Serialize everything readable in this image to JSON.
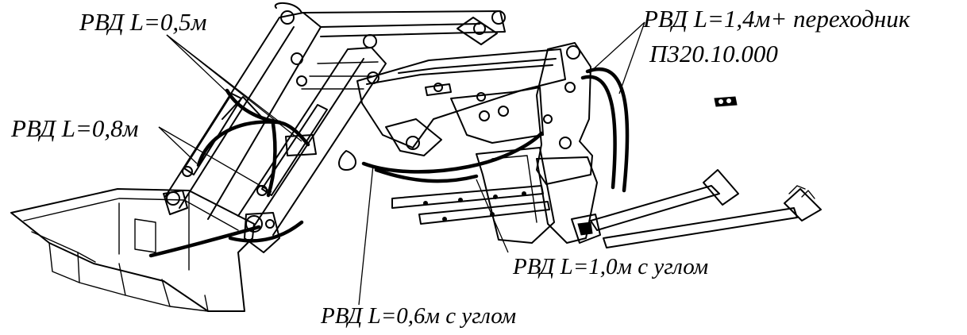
{
  "labels": {
    "hose_05": "РВД L=0,5м",
    "hose_14_line1": "РВД L=1,4м+ переходник",
    "hose_14_line2": "П320.10.000",
    "hose_08": "РВД L=0,8м",
    "hose_10": "РВД L=1,0м с углом",
    "hose_06": "РВД L=0,6м с углом"
  }
}
